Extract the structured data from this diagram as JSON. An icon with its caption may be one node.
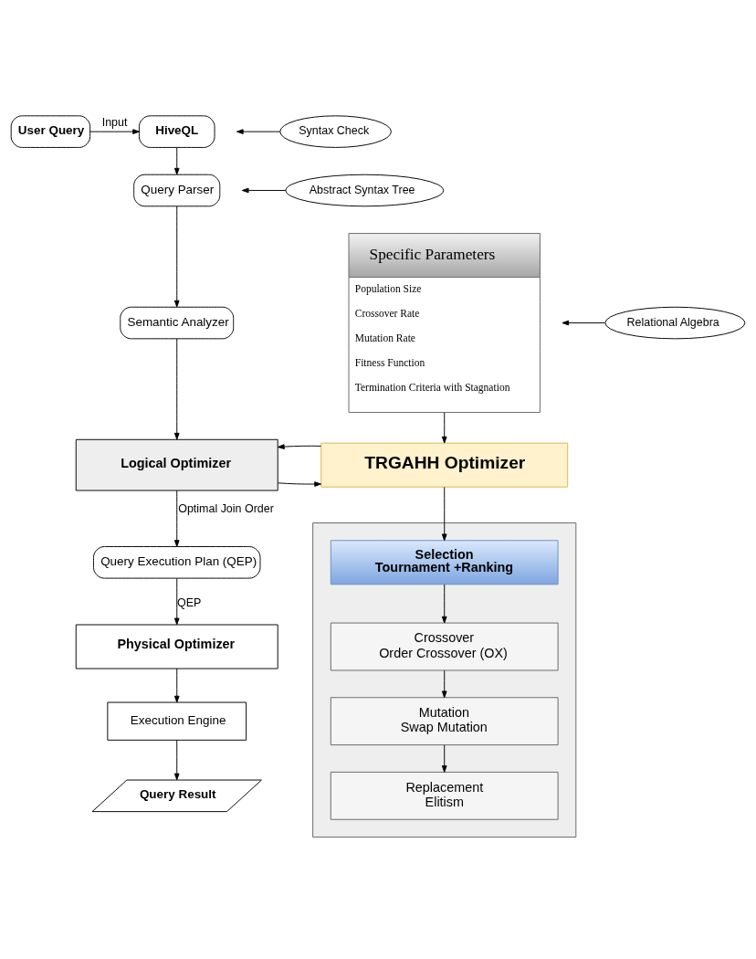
{
  "diagram": {
    "nodes": [
      {
        "text": [
          "User Query"
        ]
      },
      {
        "text": [
          "HiveQL"
        ]
      },
      {
        "text": [
          "Syntax Check"
        ]
      },
      {
        "text": [
          "Query Parser"
        ]
      },
      {
        "text": [
          "Abstract Syntax Tree"
        ]
      },
      {
        "text": [
          "Semantic Analyzer"
        ]
      },
      {
        "text": [
          "Relational Algebra"
        ]
      },
      {
        "text": [
          "Logical Optimizer"
        ]
      },
      {
        "text": [
          "Query Execution Plan (QEP)"
        ]
      },
      {
        "text": [
          "Physical Optimizer"
        ]
      },
      {
        "text": [
          "Execution Engine"
        ]
      },
      {
        "text": [
          "Query Result"
        ]
      },
      {
        "text": [
          "Specific Parameters",
          "Population Size",
          "Crossover Rate",
          "Mutation Rate",
          "Fitness Function",
          "Termination Criteria with Stagnation"
        ]
      },
      {
        "text": [
          "TRGAHH Optimizer"
        ]
      },
      {
        "text": [],
        "shape": "box"
      },
      {
        "text": [
          "Selection",
          "Tournament +Ranking"
        ],
        "in": 14
      },
      {
        "text": [
          "Crossover",
          "Order Crossover (OX)"
        ],
        "in": 14
      },
      {
        "text": [
          "Mutation",
          "Swap Mutation"
        ],
        "in": 14
      },
      {
        "text": [
          "Replacement",
          "Elitism"
        ],
        "in": 14
      }
    ],
    "edges": [
      {
        "from": 0,
        "to": 1,
        "arrow": "to",
        "label": "Input"
      },
      {
        "from": 1,
        "to": 3,
        "arrow": "to"
      },
      {
        "from": 2,
        "to": null,
        "arrow": "to"
      },
      {
        "from": 3,
        "to": 5,
        "arrow": "to"
      },
      {
        "from": 4,
        "to": null,
        "arrow": "to"
      },
      {
        "from": 5,
        "to": 7,
        "arrow": "to"
      },
      {
        "from": 6,
        "to": null,
        "arrow": "to"
      },
      {
        "from": 7,
        "to": 13,
        "arrow": "to"
      },
      {
        "from": 13,
        "to": 7,
        "arrow": "to"
      },
      {
        "from": 7,
        "to": 8,
        "arrow": "to",
        "label": "Optimal Join Order"
      },
      {
        "from": 8,
        "to": 9,
        "arrow": "to",
        "label": "QEP"
      },
      {
        "from": 9,
        "to": 10,
        "arrow": "to"
      },
      {
        "from": 10,
        "to": 11,
        "arrow": "to"
      },
      {
        "from": 12,
        "to": 13,
        "arrow": "to"
      },
      {
        "from": 13,
        "to": 15,
        "arrow": "to"
      },
      {
        "from": 15,
        "to": 16,
        "arrow": "to"
      },
      {
        "from": 16,
        "to": 17,
        "arrow": "to"
      },
      {
        "from": 17,
        "to": 18,
        "arrow": "to"
      }
    ]
  }
}
